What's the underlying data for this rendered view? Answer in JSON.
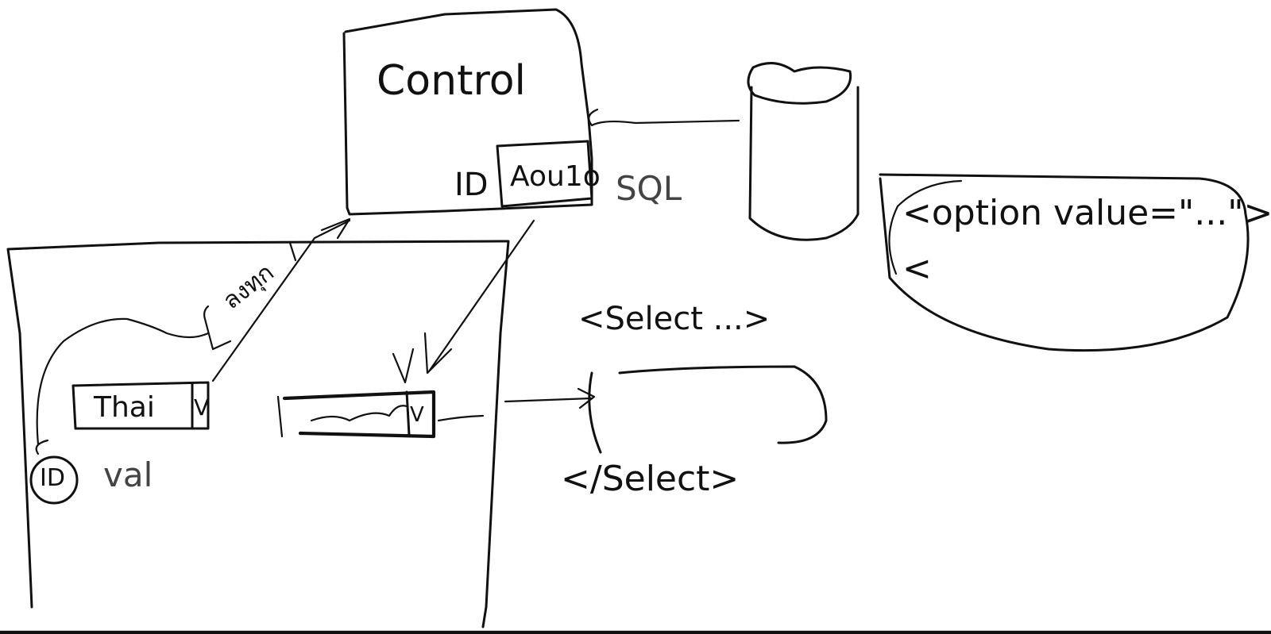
{
  "colors": {
    "ink": "#111111",
    "paper": "#ffffff",
    "muted": "#444444"
  },
  "control_box": {
    "title": "Control",
    "id_label": "ID",
    "field_label": "Aou1o"
  },
  "db_label": "SQL",
  "form": {
    "arrow_label": "ลงทุก",
    "combo_value": "Thai",
    "combo_marker": "V",
    "combo2_marker": "V",
    "id_circle": "ID",
    "val_label": "val"
  },
  "select_open": "<Select ...>",
  "select_close": "</Select>",
  "option_snippet": "<option value=\"...\">",
  "option_next": "<"
}
